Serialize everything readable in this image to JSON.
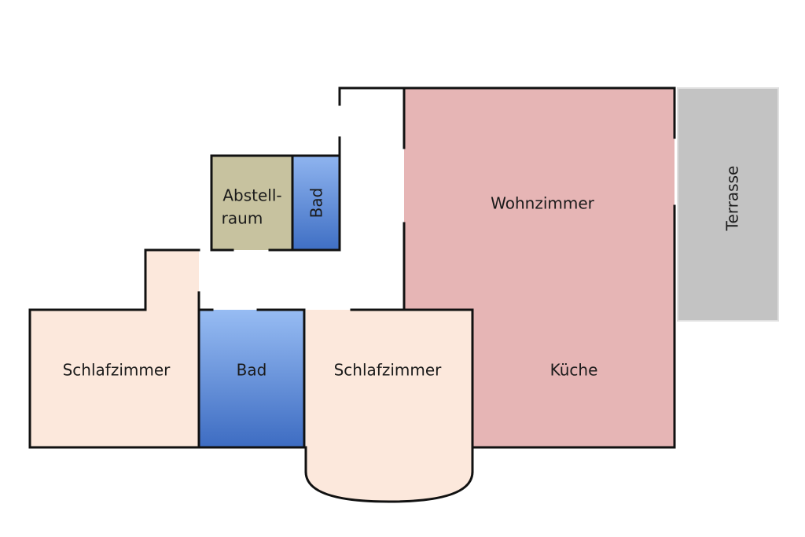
{
  "colors": {
    "bedroom": "#fce8dc",
    "bathroom_top": "#8fb4ef",
    "bathroom_bottom": "#3f6fc4",
    "storage": "#c7c29f",
    "living": "#e6b5b5",
    "terrace": "#c3c3c3",
    "wall": "#111111"
  },
  "rooms": {
    "schlafzimmer_left": "Schlafzimmer",
    "bad_bottom": "Bad",
    "schlafzimmer_right": "Schlafzimmer",
    "kueche": "Küche",
    "wohnzimmer": "Wohnzimmer",
    "abstell_line1": "Abstell-",
    "abstell_line2": "raum",
    "bad_top": "Bad",
    "terrasse": "Terrasse"
  }
}
